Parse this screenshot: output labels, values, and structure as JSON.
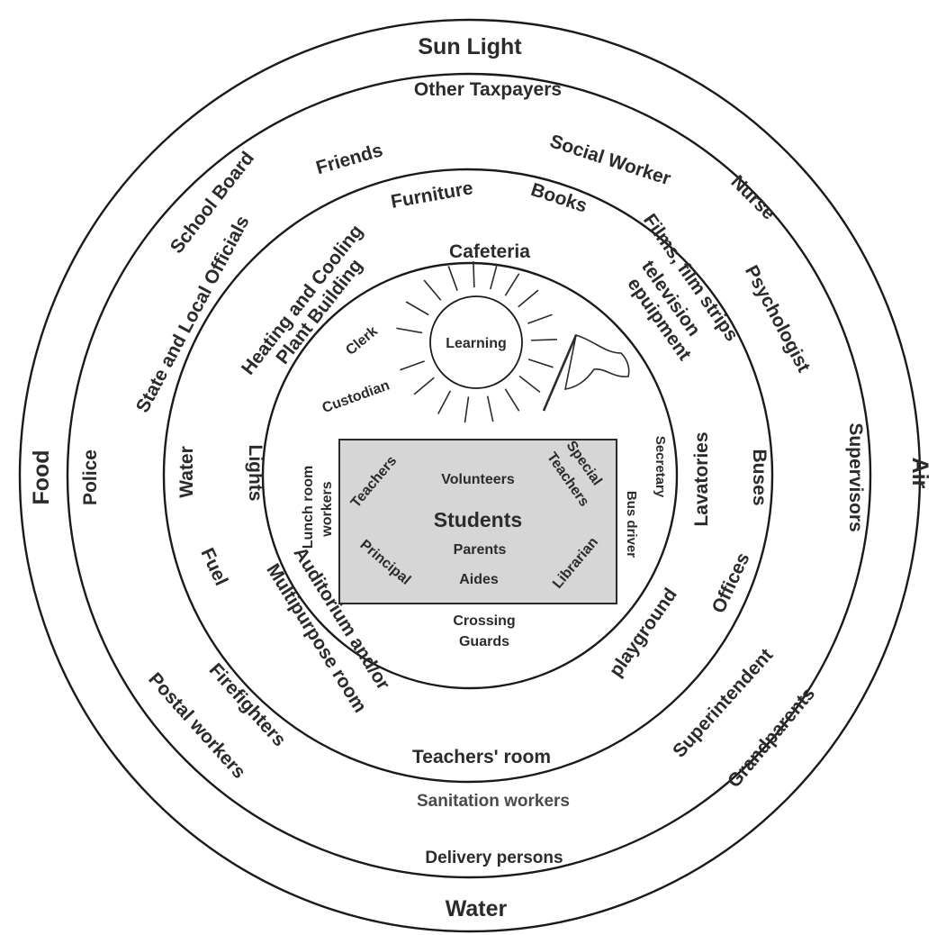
{
  "ring1": {
    "top": "Sun Light",
    "left": "Food",
    "right": "Air",
    "bottom": "Water"
  },
  "ring2": {
    "other_taxpayers": "Other Taxpayers",
    "school_board": "School Board",
    "friends": "Friends",
    "social_worker": "Social Worker",
    "nurse": "Nurse",
    "state_local": "State and Local Officials",
    "psychologist": "Psychologist",
    "police": "Police",
    "supervisors": "Supervisors",
    "postal_workers": "Postal workers",
    "firefighters": "Firefighters",
    "superintendent": "Superintendent",
    "grandparents": "Grandparents",
    "sanitation_workers": "Sanitation workers",
    "delivery_persons": "Delivery persons"
  },
  "ring3": {
    "furniture": "Furniture",
    "books": "Books",
    "heating_line1": "Heating and Cooling",
    "heating_line2": "Plant Building",
    "films_line1": "Films, film strips",
    "films_line2": "television",
    "films_line3": "epuipment",
    "water": "Water",
    "lights": "Lights",
    "lavatories": "Lavatories",
    "buses": "Buses",
    "fuel": "Fuel",
    "auditorium_line1": "Auditorium and/or",
    "auditorium_line2": "Multipurpose room",
    "offices": "Offices",
    "playground": "playground",
    "teachers_room": "Teachers' room",
    "cafeteria": "Cafeteria"
  },
  "ring4": {
    "learning": "Learning",
    "clerk": "Clerk",
    "custodian": "Custodian",
    "secretary": "Secretary",
    "bus_driver": "Bus driver",
    "lunchroom_line1": "Lunch room",
    "lunchroom_line2": "workers",
    "crossing_line1": "Crossing",
    "crossing_line2": "Guards"
  },
  "core": {
    "students": "Students",
    "volunteers": "Volunteers",
    "parents": "Parents",
    "aides": "Aides",
    "teachers": "Teachers",
    "special_line1": "Special",
    "special_line2": "Teachers",
    "principal": "Principal",
    "librarian": "Librarian"
  }
}
